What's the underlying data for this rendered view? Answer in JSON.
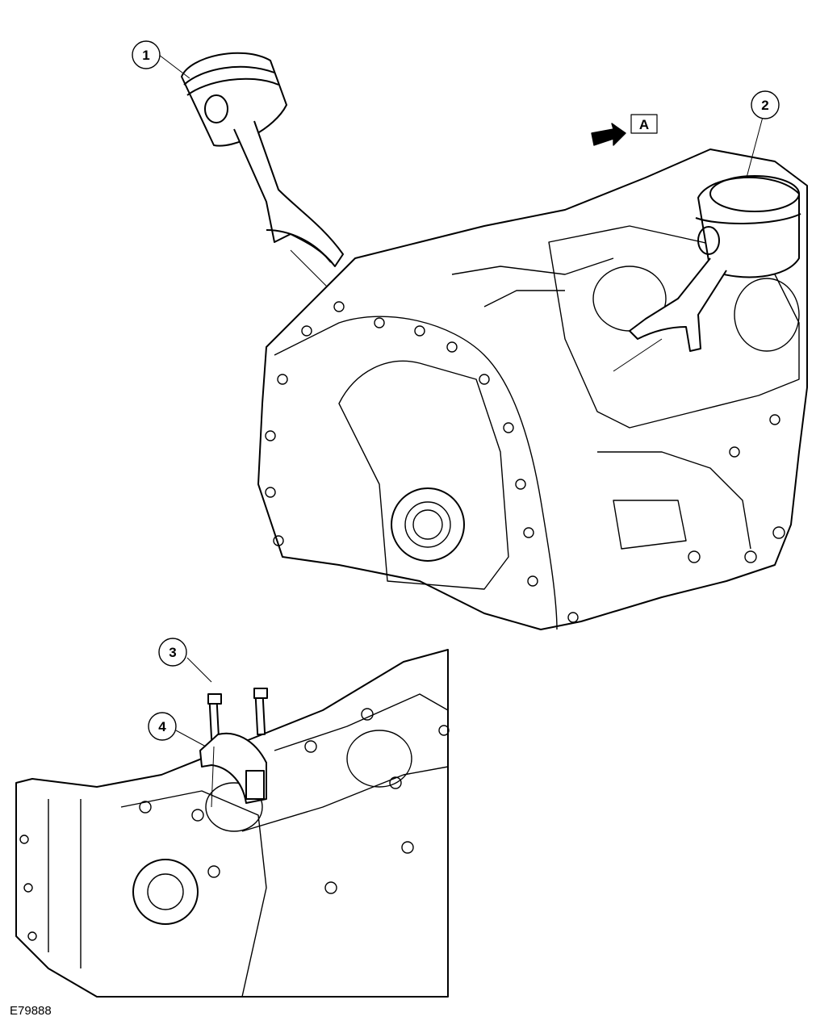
{
  "figure_id": "E79888",
  "callouts": [
    {
      "number": "1",
      "part": "piston-connecting-rod-1"
    },
    {
      "number": "2",
      "part": "piston-connecting-rod-2"
    },
    {
      "number": "3",
      "part": "bolt"
    },
    {
      "number": "4",
      "part": "bearing-cap"
    }
  ],
  "view_label": "A",
  "colors": {
    "line": "#000000",
    "background": "#ffffff"
  }
}
